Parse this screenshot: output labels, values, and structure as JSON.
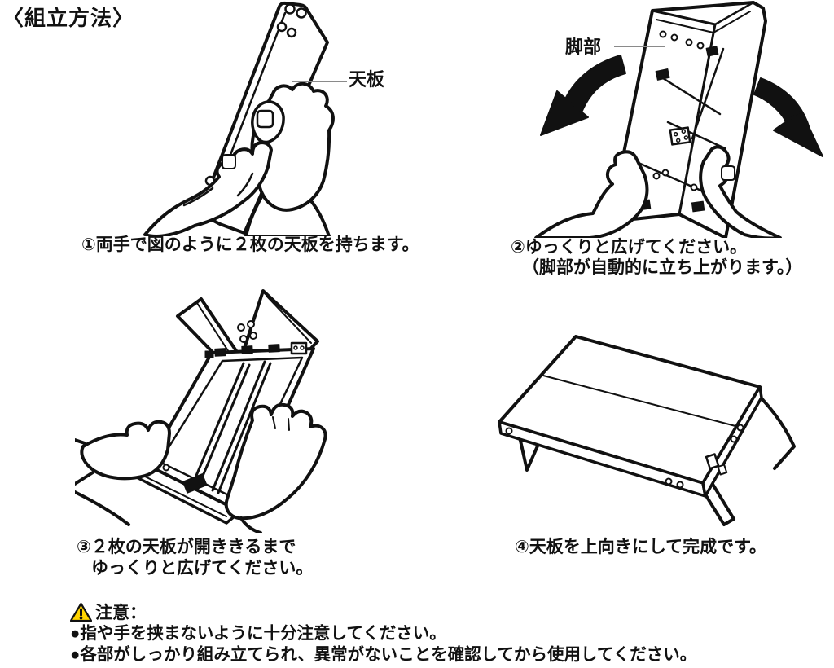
{
  "title": "〈組立方法〉",
  "steps": [
    {
      "caption_line1": "①両手で図のように２枚の天板を持ちます。",
      "part_label": "天板"
    },
    {
      "caption_line1": "②ゆっくりと広げてください。",
      "caption_line2": "（脚部が自動的に立ち上がります。）",
      "part_label": "脚部"
    },
    {
      "caption_line1": "③２枚の天板が開ききるまで",
      "caption_line2": "ゆっくりと広げてください。"
    },
    {
      "caption_line1": "④天板を上向きにして完成です。"
    }
  ],
  "caution": {
    "icon": "warning-triangle-icon",
    "icon_color": "#FFD400",
    "heading": "注意：",
    "items": [
      "●指や手を挟まないように十分注意してください。",
      "●各部がしっかり組み立てられ、異常がないことを確認してから使用してください。"
    ]
  },
  "colors": {
    "ink": "#111111",
    "leader_line": "#8a8a8a",
    "background": "#ffffff"
  }
}
